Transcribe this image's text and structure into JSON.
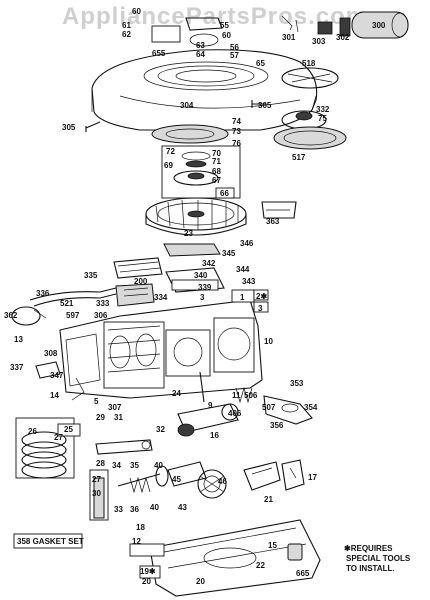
{
  "watermark": "AppliancePartsPros.com",
  "gasket_set_label": "358 GASKET SET",
  "note": {
    "line1": "✱REQUIRES",
    "line2": "SPECIAL TOOLS",
    "line3": "TO INSTALL."
  },
  "labels": [
    {
      "id": "l60a",
      "text": "60"
    },
    {
      "id": "l61",
      "text": "61"
    },
    {
      "id": "l62",
      "text": "62"
    },
    {
      "id": "l655",
      "text": "655"
    },
    {
      "id": "l55",
      "text": "55"
    },
    {
      "id": "l60b",
      "text": "60"
    },
    {
      "id": "l63",
      "text": "63"
    },
    {
      "id": "l64",
      "text": "64"
    },
    {
      "id": "l56",
      "text": "56"
    },
    {
      "id": "l57",
      "text": "57"
    },
    {
      "id": "l65",
      "text": "65"
    },
    {
      "id": "l301",
      "text": "301"
    },
    {
      "id": "l303",
      "text": "303"
    },
    {
      "id": "l302",
      "text": "302"
    },
    {
      "id": "l300",
      "text": "300"
    },
    {
      "id": "l518",
      "text": "518"
    },
    {
      "id": "l304",
      "text": "304"
    },
    {
      "id": "l305a",
      "text": "305"
    },
    {
      "id": "l305b",
      "text": "305"
    },
    {
      "id": "l332",
      "text": "332"
    },
    {
      "id": "l75",
      "text": "75"
    },
    {
      "id": "l74",
      "text": "74"
    },
    {
      "id": "l73",
      "text": "73"
    },
    {
      "id": "l76",
      "text": "76"
    },
    {
      "id": "l517",
      "text": "517"
    },
    {
      "id": "l72",
      "text": "72"
    },
    {
      "id": "l70",
      "text": "70"
    },
    {
      "id": "l71",
      "text": "71"
    },
    {
      "id": "l69",
      "text": "69"
    },
    {
      "id": "l68",
      "text": "68"
    },
    {
      "id": "l67",
      "text": "67"
    },
    {
      "id": "l66",
      "text": "66"
    },
    {
      "id": "l363",
      "text": "363"
    },
    {
      "id": "l23",
      "text": "23"
    },
    {
      "id": "l346",
      "text": "346"
    },
    {
      "id": "l345",
      "text": "345"
    },
    {
      "id": "l342",
      "text": "342"
    },
    {
      "id": "l344",
      "text": "344"
    },
    {
      "id": "l335",
      "text": "335"
    },
    {
      "id": "l200",
      "text": "200"
    },
    {
      "id": "l340",
      "text": "340"
    },
    {
      "id": "l343",
      "text": "343"
    },
    {
      "id": "l339",
      "text": "339"
    },
    {
      "id": "l336",
      "text": "336"
    },
    {
      "id": "l521",
      "text": "521"
    },
    {
      "id": "l333",
      "text": "333"
    },
    {
      "id": "l334",
      "text": "334"
    },
    {
      "id": "l3a",
      "text": "3"
    },
    {
      "id": "l1",
      "text": "1"
    },
    {
      "id": "l2",
      "text": "2✱"
    },
    {
      "id": "l3b",
      "text": "3"
    },
    {
      "id": "l362",
      "text": "362"
    },
    {
      "id": "l597",
      "text": "597"
    },
    {
      "id": "l306",
      "text": "306"
    },
    {
      "id": "l13",
      "text": "13"
    },
    {
      "id": "l308",
      "text": "308"
    },
    {
      "id": "l10",
      "text": "10"
    },
    {
      "id": "l337",
      "text": "337"
    },
    {
      "id": "l347",
      "text": "347"
    },
    {
      "id": "l14",
      "text": "14"
    },
    {
      "id": "l5",
      "text": "5"
    },
    {
      "id": "l307",
      "text": "307"
    },
    {
      "id": "l24",
      "text": "24"
    },
    {
      "id": "l9",
      "text": "9"
    },
    {
      "id": "l11",
      "text": "11"
    },
    {
      "id": "l406",
      "text": "406"
    },
    {
      "id": "l506",
      "text": "506"
    },
    {
      "id": "l353",
      "text": "353"
    },
    {
      "id": "l507",
      "text": "507"
    },
    {
      "id": "l354",
      "text": "354"
    },
    {
      "id": "l356",
      "text": "356"
    },
    {
      "id": "l29",
      "text": "29"
    },
    {
      "id": "l31",
      "text": "31"
    },
    {
      "id": "l26",
      "text": "26"
    },
    {
      "id": "l25",
      "text": "25"
    },
    {
      "id": "l27",
      "text": "27"
    },
    {
      "id": "l32",
      "text": "32"
    },
    {
      "id": "l16",
      "text": "16"
    },
    {
      "id": "l28",
      "text": "28"
    },
    {
      "id": "l34",
      "text": "34"
    },
    {
      "id": "l35",
      "text": "35"
    },
    {
      "id": "l40a",
      "text": "40"
    },
    {
      "id": "l27b",
      "text": "27"
    },
    {
      "id": "l45",
      "text": "45"
    },
    {
      "id": "l46",
      "text": "46"
    },
    {
      "id": "l17",
      "text": "17"
    },
    {
      "id": "l30",
      "text": "30"
    },
    {
      "id": "l33",
      "text": "33"
    },
    {
      "id": "l36",
      "text": "36"
    },
    {
      "id": "l40b",
      "text": "40"
    },
    {
      "id": "l43",
      "text": "43"
    },
    {
      "id": "l21",
      "text": "21"
    },
    {
      "id": "l18",
      "text": "18"
    },
    {
      "id": "l12",
      "text": "12"
    },
    {
      "id": "l15",
      "text": "15"
    },
    {
      "id": "l665",
      "text": "665"
    },
    {
      "id": "l19",
      "text": "19✱"
    },
    {
      "id": "l20a",
      "text": "20"
    },
    {
      "id": "l20b",
      "text": "20"
    },
    {
      "id": "l22",
      "text": "22"
    }
  ]
}
